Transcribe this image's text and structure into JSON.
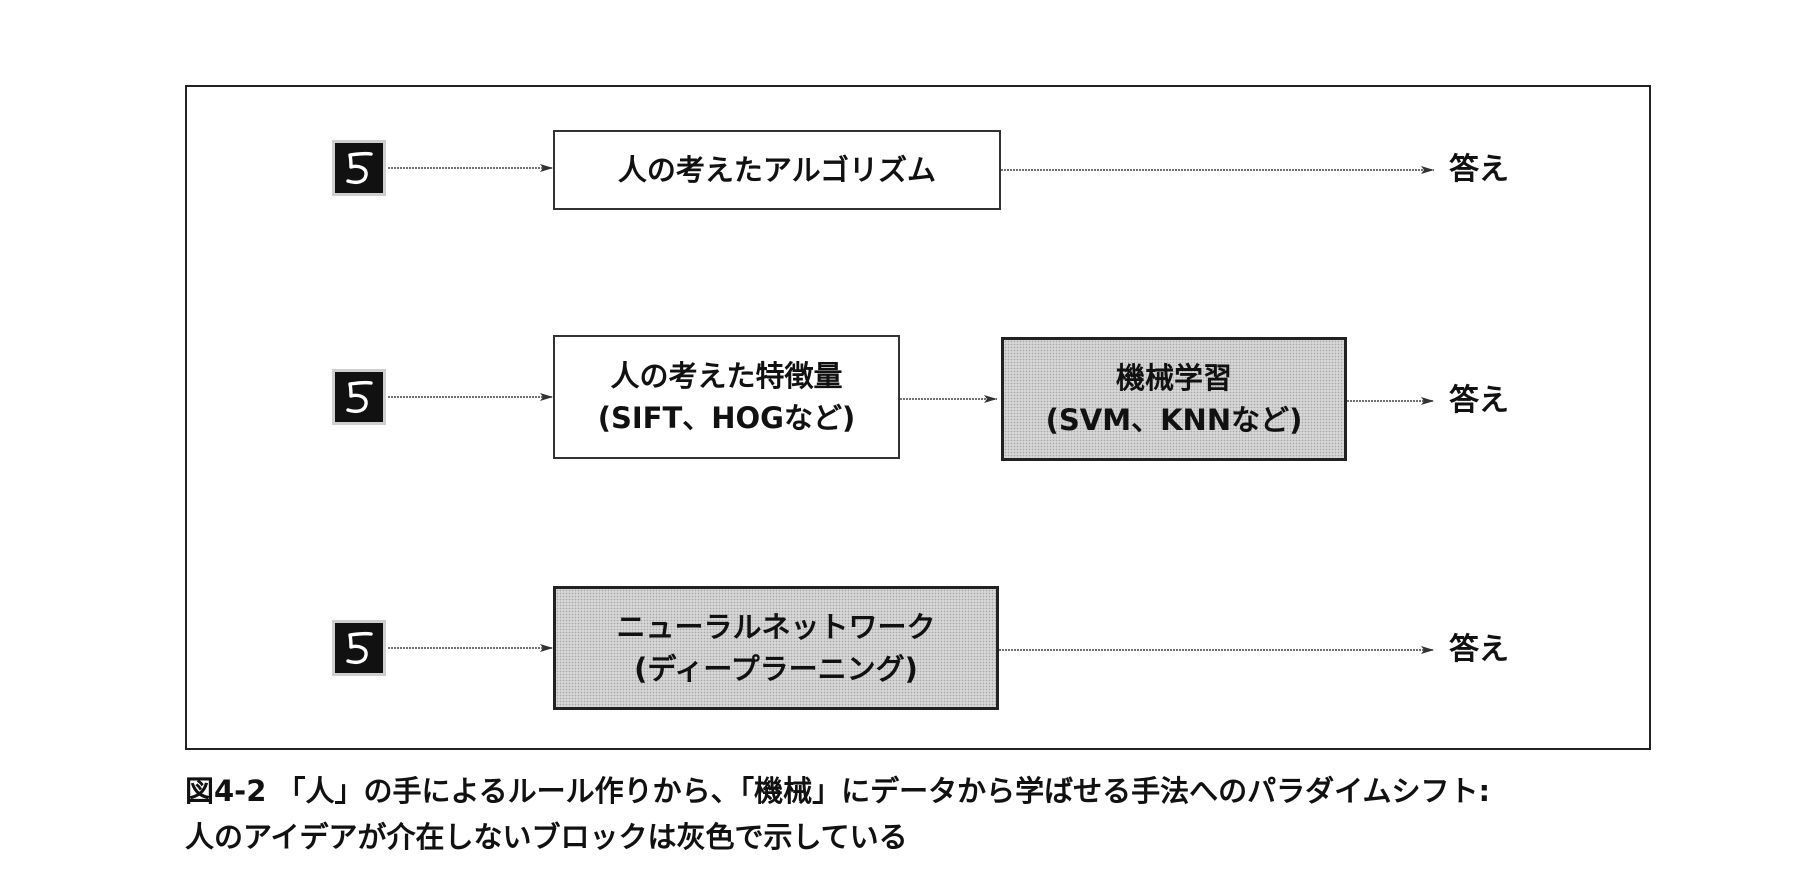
{
  "diagram": {
    "rows": [
      {
        "input_icon": "handwritten-digit-5",
        "boxes": [
          {
            "lines": [
              "人の考えたアルゴリズム"
            ],
            "shaded": false
          }
        ],
        "output": "答え"
      },
      {
        "input_icon": "handwritten-digit-5",
        "boxes": [
          {
            "lines": [
              "人の考えた特徴量",
              "(SIFT、HOGなど)"
            ],
            "shaded": false
          },
          {
            "lines": [
              "機械学習",
              "(SVM、KNNなど)"
            ],
            "shaded": true
          }
        ],
        "output": "答え"
      },
      {
        "input_icon": "handwritten-digit-5",
        "boxes": [
          {
            "lines": [
              "ニューラルネットワーク",
              "(ディープラーニング)"
            ],
            "shaded": true
          }
        ],
        "output": "答え"
      }
    ],
    "shaded_color": "#d7d7d7"
  },
  "caption": {
    "line1": "図4-2 「人」の手によるルール作りから、「機械」にデータから学ばせる手法へのパラダイムシフト:",
    "line2": "人のアイデアが介在しないブロックは灰色で示している"
  }
}
